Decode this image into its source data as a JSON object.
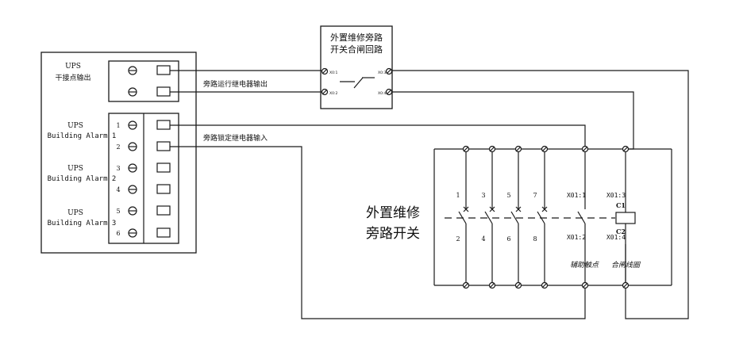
{
  "ups": {
    "dry_contact_title": "UPS",
    "dry_contact_subtitle": "干接点输出",
    "alarm1_title": "UPS",
    "alarm1_subtitle": "Building Alarm 1",
    "alarm2_title": "UPS",
    "alarm2_subtitle": "Building Alarm 2",
    "alarm3_title": "UPS",
    "alarm3_subtitle": "Building Alarm 3",
    "terminal_numbers": [
      "1",
      "2",
      "3",
      "4",
      "5",
      "6"
    ]
  },
  "bypass_loop": {
    "title_line1": "外置维修旁路",
    "title_line2": "开关合闸回路",
    "pin_left_top": "X0:1",
    "pin_left_bottom": "X0:2",
    "pin_right_top": "X0:3",
    "pin_right_bottom": "X0:4"
  },
  "wires": {
    "run_relay_label": "旁路运行继电器输出",
    "lock_relay_label": "旁路锁定继电器输入"
  },
  "switch": {
    "title_line1": "外置维修",
    "title_line2": "旁路开关",
    "top_numbers": [
      "1",
      "3",
      "5",
      "7"
    ],
    "bottom_numbers": [
      "2",
      "4",
      "6",
      "8"
    ],
    "aux_top": "X01:1",
    "aux_bottom": "X01:2",
    "coil_top": "X01:3",
    "coil_bottom": "X01:4",
    "coil_c1": "C1",
    "coil_c2": "C2",
    "aux_contact_label": "辅助触点",
    "closing_coil_label": "合闸线圈"
  }
}
